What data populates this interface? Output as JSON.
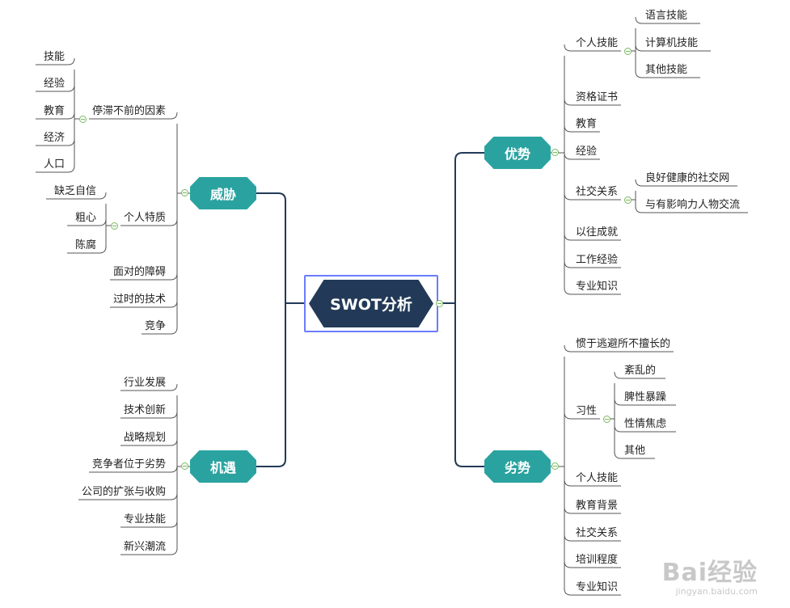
{
  "center": {
    "label": "SWOT分析"
  },
  "topics": {
    "strengths": {
      "label": "优势",
      "items": [
        {
          "label": "个人技能",
          "children": [
            "语言技能",
            "计算机技能",
            "其他技能"
          ]
        },
        {
          "label": "资格证书"
        },
        {
          "label": "教育"
        },
        {
          "label": "经验"
        },
        {
          "label": "社交关系",
          "children": [
            "良好健康的社交网",
            "与有影响力人物交流"
          ]
        },
        {
          "label": "以往成就"
        },
        {
          "label": "工作经验"
        },
        {
          "label": "专业知识"
        }
      ]
    },
    "weaknesses": {
      "label": "劣势",
      "items": [
        {
          "label": "惯于逃避所不擅长的"
        },
        {
          "label": "习性",
          "children": [
            "紊乱的",
            "脾性暴躁",
            "性情焦虑",
            "其他"
          ]
        },
        {
          "label": "个人技能"
        },
        {
          "label": "教育背景"
        },
        {
          "label": "社交关系"
        },
        {
          "label": "培训程度"
        },
        {
          "label": "专业知识"
        }
      ]
    },
    "threats": {
      "label": "威胁",
      "items": [
        {
          "label": "停滞不前的因素",
          "children": [
            "技能",
            "经验",
            "教育",
            "经济",
            "人口"
          ]
        },
        {
          "label": "个人特质",
          "children": [
            "缺乏自信",
            "粗心",
            "陈腐"
          ]
        },
        {
          "label": "面对的障碍"
        },
        {
          "label": "过时的技术"
        },
        {
          "label": "竞争"
        }
      ]
    },
    "opportunities": {
      "label": "机遇",
      "items": [
        {
          "label": "行业发展"
        },
        {
          "label": "技术创新"
        },
        {
          "label": "战略规划"
        },
        {
          "label": "竞争者位于劣势"
        },
        {
          "label": "公司的扩张与收购"
        },
        {
          "label": "专业技能"
        },
        {
          "label": "新兴潮流"
        }
      ]
    }
  },
  "watermark": {
    "brand": "Bai经验",
    "url": "jingyan.baidu.com"
  },
  "colors": {
    "topic": "#2aa3a0",
    "center": "#223a58",
    "line": "#223a58",
    "branch": "#555555",
    "selection": "#6b7cff",
    "toggle": "#79b860"
  }
}
